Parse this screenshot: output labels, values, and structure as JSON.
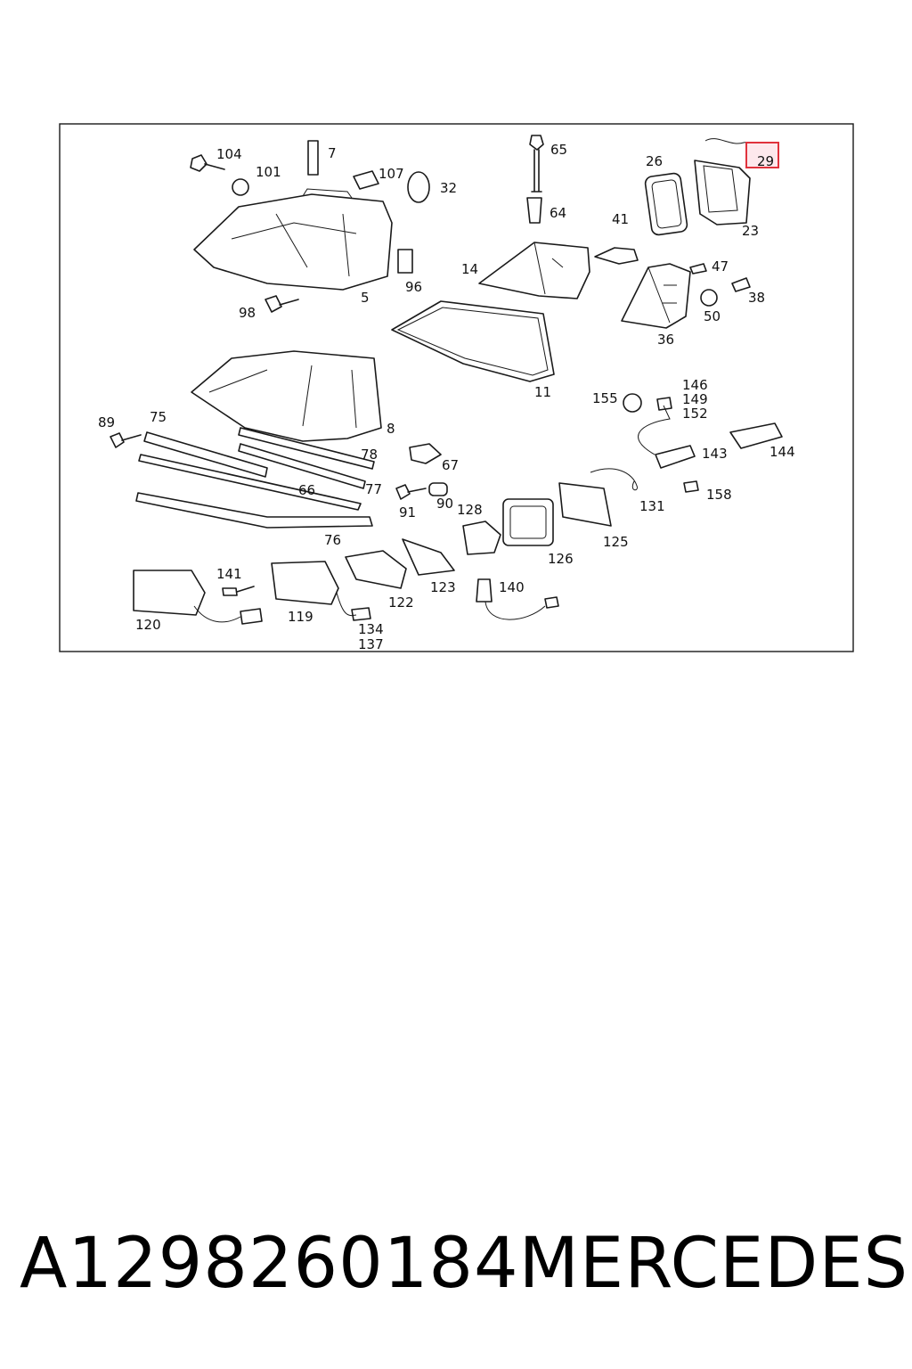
{
  "diagram": {
    "highlight_color": "#e0323c",
    "highlighted_callout": "29",
    "callouts": [
      "104",
      "101",
      "7",
      "107",
      "32",
      "65",
      "26",
      "29",
      "23",
      "64",
      "41",
      "14",
      "47",
      "38",
      "5",
      "96",
      "98",
      "50",
      "36",
      "11",
      "146",
      "149",
      "152",
      "155",
      "8",
      "89",
      "75",
      "143",
      "144",
      "78",
      "67",
      "66",
      "77",
      "90",
      "91",
      "158",
      "131",
      "128",
      "125",
      "126",
      "76",
      "123",
      "140",
      "141",
      "119",
      "122",
      "120",
      "134",
      "137"
    ]
  },
  "caption": {
    "part_number": "A1298260184",
    "brand": "MERCEDES"
  }
}
